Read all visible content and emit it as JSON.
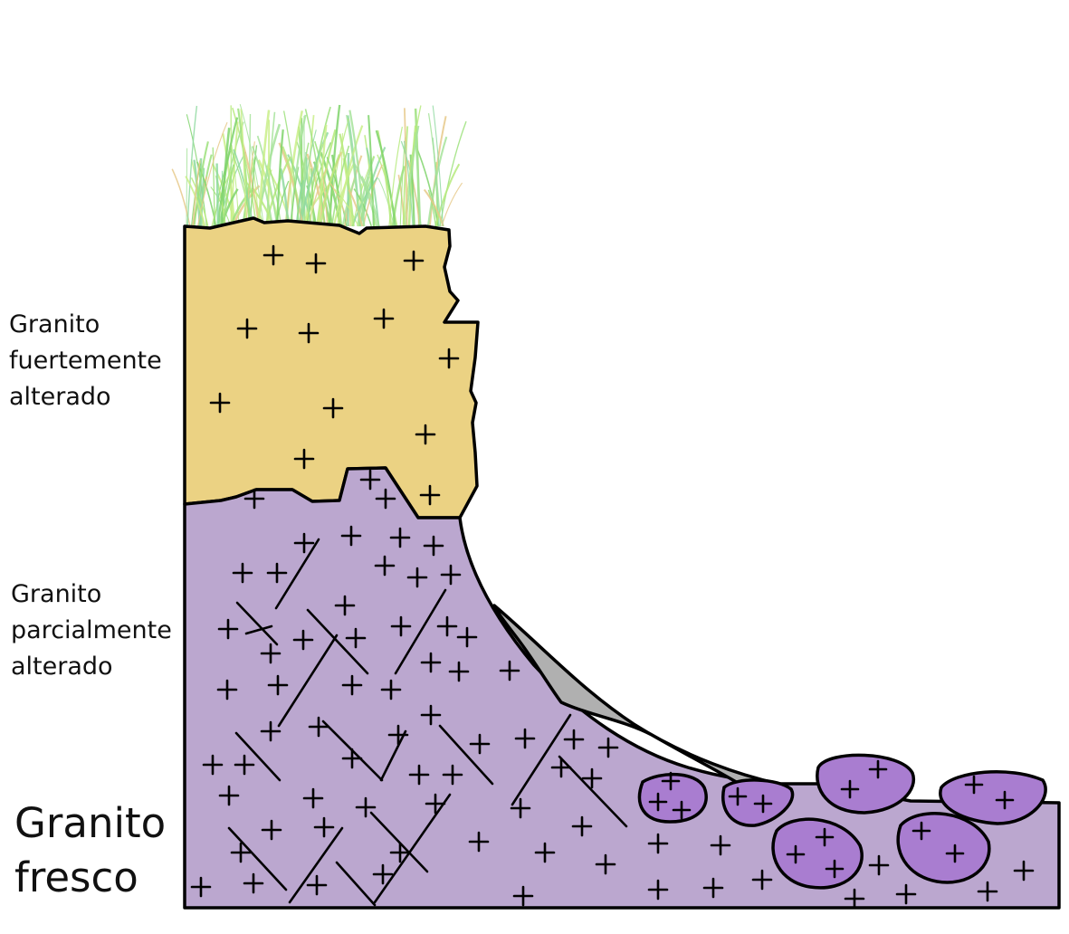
{
  "labels": {
    "weathered": [
      "Granito",
      "fuertemente",
      "alterado"
    ],
    "partial": [
      "Granito",
      "parcialmente",
      "alterado"
    ],
    "fresh": [
      "Granito",
      "fresco"
    ]
  },
  "colors": {
    "weathered_fill": "#ebd283",
    "partial_fill": "#bba7cf",
    "boulder_fill": "#a97dd0",
    "scree_fill": "#b0b0b0",
    "grass": "#9be07a",
    "outline": "#000000"
  }
}
